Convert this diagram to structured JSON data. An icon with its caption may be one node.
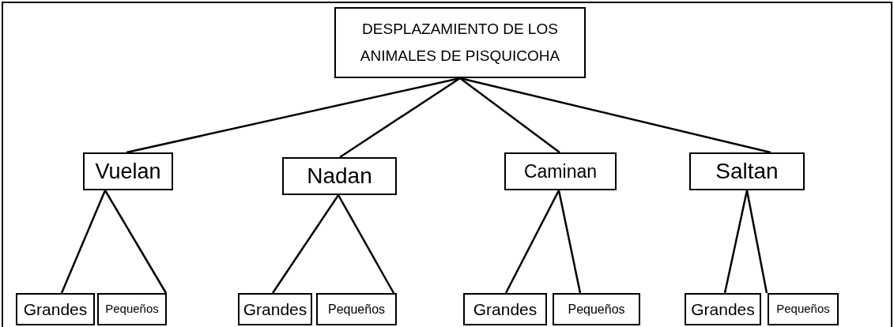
{
  "diagram": {
    "nodes": [
      {
        "text": [
          "DESPLAZAMIENTO DE LOS ANIMALES DE PISQUICOHA"
        ]
      },
      {
        "text": [
          "Vuelan"
        ]
      },
      {
        "text": [
          "Nadan"
        ]
      },
      {
        "text": [
          "Caminan"
        ]
      },
      {
        "text": [
          "Saltan"
        ]
      },
      {
        "text": [
          "Grandes"
        ]
      },
      {
        "text": [
          "Pequeños"
        ]
      },
      {
        "text": [
          "Grandes"
        ]
      },
      {
        "text": [
          "Pequeños"
        ]
      },
      {
        "text": [
          "Grandes"
        ]
      },
      {
        "text": [
          "Pequeños"
        ]
      },
      {
        "text": [
          "Grandes"
        ]
      },
      {
        "text": [
          "Pequeños"
        ]
      }
    ],
    "edges": [
      {
        "from": 0,
        "to": 1,
        "arrow": "none"
      },
      {
        "from": 0,
        "to": 2,
        "arrow": "none"
      },
      {
        "from": 0,
        "to": 3,
        "arrow": "none"
      },
      {
        "from": 0,
        "to": 4,
        "arrow": "none"
      },
      {
        "from": 1,
        "to": 5,
        "arrow": "none"
      },
      {
        "from": 1,
        "to": 6,
        "arrow": "none"
      },
      {
        "from": 2,
        "to": 7,
        "arrow": "none"
      },
      {
        "from": 2,
        "to": 8,
        "arrow": "none"
      },
      {
        "from": 3,
        "to": 9,
        "arrow": "none"
      },
      {
        "from": 3,
        "to": 10,
        "arrow": "none"
      },
      {
        "from": 4,
        "to": 11,
        "arrow": "none"
      },
      {
        "from": 4,
        "to": 12,
        "arrow": "none"
      }
    ]
  }
}
